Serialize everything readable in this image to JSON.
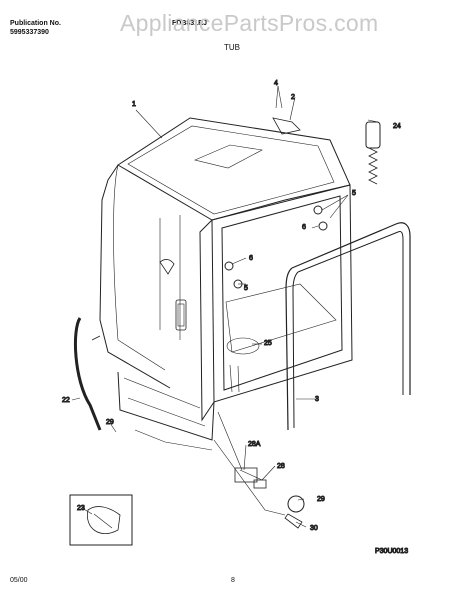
{
  "header": {
    "publication_label": "Publication No.",
    "publication_number": "5995337390",
    "model_partial": "FDB831RJ"
  },
  "watermark": "AppliancePartsPros.com",
  "section_title": "TUB",
  "diagram_code": "P30U0013",
  "footer": {
    "date": "05/00",
    "page": "8"
  },
  "callouts": [
    "1",
    "2",
    "3",
    "4",
    "5",
    "5",
    "6",
    "6",
    "5",
    "22",
    "23",
    "24",
    "25",
    "28",
    "28A",
    "29",
    "29",
    "30"
  ]
}
